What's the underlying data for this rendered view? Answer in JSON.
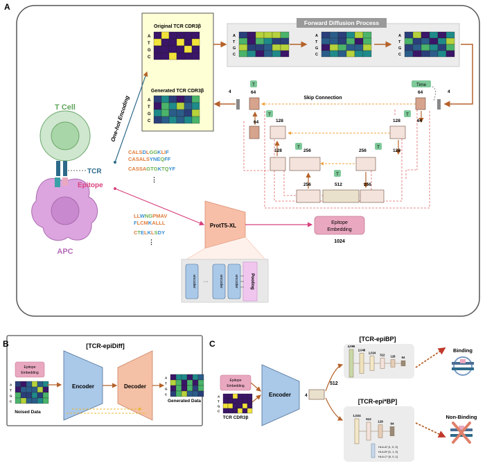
{
  "panels": {
    "a": "A",
    "b": "B",
    "c": "C"
  },
  "panel_a": {
    "original_title": "Original TCR CDR3β",
    "generated_title": "Generated TCR CDR3β",
    "nucleotides": [
      "A",
      "T",
      "G",
      "C"
    ],
    "forward_title": "Forward Diffusion Process",
    "skip_label": "Skip Connection",
    "time_label": "Time",
    "t_badge": "T",
    "onehot_label": "One-hot Encoding",
    "tcell_label": "T Cell",
    "apc_label": "APC",
    "tcr_label": "TCR",
    "epitope_label": "Epitope",
    "unet_numbers": {
      "n4a": "4",
      "n4b": "4",
      "n64a": "64",
      "n64b": "64",
      "n64c": "64",
      "n64d": "64",
      "n128a": "128",
      "n128b": "128",
      "n128c": "128",
      "n128d": "128",
      "n256a": "256",
      "n256b": "256",
      "n256c": "256",
      "n256d": "256",
      "n512": "512"
    },
    "tcr_seqs": [
      [
        {
          "t": "C",
          "c": "#e07b39"
        },
        {
          "t": "A",
          "c": "#e07b39"
        },
        {
          "t": "L",
          "c": "#e07b39"
        },
        {
          "t": "S",
          "c": "#e07b39"
        },
        {
          "t": "D",
          "c": "#3a8fd0"
        },
        {
          "t": "L",
          "c": "#e07b39"
        },
        {
          "t": "G",
          "c": "#6ab04c"
        },
        {
          "t": "G",
          "c": "#6ab04c"
        },
        {
          "t": "K",
          "c": "#3a8fd0"
        },
        {
          "t": "L",
          "c": "#e07b39"
        },
        {
          "t": "I",
          "c": "#e07b39"
        },
        {
          "t": "F",
          "c": "#3a8fd0"
        }
      ],
      [
        {
          "t": "C",
          "c": "#e07b39"
        },
        {
          "t": "A",
          "c": "#e07b39"
        },
        {
          "t": "S",
          "c": "#e07b39"
        },
        {
          "t": "A",
          "c": "#e07b39"
        },
        {
          "t": "L",
          "c": "#e07b39"
        },
        {
          "t": "S",
          "c": "#e07b39"
        },
        {
          "t": "Y",
          "c": "#3a8fd0"
        },
        {
          "t": "N",
          "c": "#3a8fd0"
        },
        {
          "t": "E",
          "c": "#3a8fd0"
        },
        {
          "t": "Q",
          "c": "#6ab04c"
        },
        {
          "t": "F",
          "c": "#3a8fd0"
        },
        {
          "t": "F",
          "c": "#3a8fd0"
        }
      ],
      [
        {
          "t": "C",
          "c": "#e07b39"
        },
        {
          "t": "A",
          "c": "#e07b39"
        },
        {
          "t": "S",
          "c": "#e07b39"
        },
        {
          "t": "S",
          "c": "#e07b39"
        },
        {
          "t": "A",
          "c": "#e07b39"
        },
        {
          "t": "G",
          "c": "#6ab04c"
        },
        {
          "t": "T",
          "c": "#6ab04c"
        },
        {
          "t": "G",
          "c": "#6ab04c"
        },
        {
          "t": "K",
          "c": "#3a8fd0"
        },
        {
          "t": "T",
          "c": "#6ab04c"
        },
        {
          "t": "Q",
          "c": "#6ab04c"
        },
        {
          "t": "Y",
          "c": "#3a8fd0"
        },
        {
          "t": "F",
          "c": "#3a8fd0"
        }
      ]
    ],
    "epi_seqs": [
      [
        {
          "t": "L",
          "c": "#e07b39"
        },
        {
          "t": "L",
          "c": "#e07b39"
        },
        {
          "t": "W",
          "c": "#3a8fd0"
        },
        {
          "t": "N",
          "c": "#6ab04c"
        },
        {
          "t": "G",
          "c": "#6ab04c"
        },
        {
          "t": "P",
          "c": "#e07b39"
        },
        {
          "t": "M",
          "c": "#e07b39"
        },
        {
          "t": "A",
          "c": "#e07b39"
        },
        {
          "t": "V",
          "c": "#e07b39"
        }
      ],
      [
        {
          "t": "F",
          "c": "#3a8fd0"
        },
        {
          "t": "L",
          "c": "#e07b39"
        },
        {
          "t": "C",
          "c": "#e07b39"
        },
        {
          "t": "M",
          "c": "#e07b39"
        },
        {
          "t": "K",
          "c": "#3a8fd0"
        },
        {
          "t": "A",
          "c": "#e07b39"
        },
        {
          "t": "L",
          "c": "#e07b39"
        },
        {
          "t": "L",
          "c": "#e07b39"
        },
        {
          "t": "L",
          "c": "#e07b39"
        }
      ],
      [
        {
          "t": "C",
          "c": "#e07b39"
        },
        {
          "t": "T",
          "c": "#6ab04c"
        },
        {
          "t": "E",
          "c": "#3a8fd0"
        },
        {
          "t": "L",
          "c": "#e07b39"
        },
        {
          "t": "K",
          "c": "#3a8fd0"
        },
        {
          "t": "L",
          "c": "#e07b39"
        },
        {
          "t": "S",
          "c": "#6ab04c"
        },
        {
          "t": "D",
          "c": "#3a8fd0"
        },
        {
          "t": "Y",
          "c": "#3a8fd0"
        }
      ]
    ],
    "ellipsis": "⋮",
    "protT5": "ProtT5-XL",
    "epitope_embedding_line1": "Epitope",
    "epitope_embedding_line2": "Embedding",
    "embedding_dim": "1024",
    "encoder_label": "encoder",
    "dots": "···",
    "pooling": "Pooling"
  },
  "panel_b": {
    "title": "[TCR-epiDiff]",
    "epi_line1": "Epitope",
    "epi_line2": "Embedding",
    "noised_label": "Noised Data",
    "encoder": "Encoder",
    "decoder": "Decoder",
    "generated_label": "Generated Data"
  },
  "panel_c": {
    "epi_line1": "Epitope",
    "epi_line2": "Embedding",
    "cdr3_label": "TCR CDR3β",
    "encoder": "Encoder",
    "n4": "4",
    "n512": "512",
    "bp_title": "[TCR-epiBP]",
    "bp_dims": [
      "4,096",
      "2,048",
      "1,024",
      "512",
      "128",
      "64"
    ],
    "sbp_title": "[TCR-epi*BP]",
    "sbp_dims": [
      "1,024",
      "512",
      "128",
      "64"
    ],
    "hla_labels": [
      "HLA-A* [1, 0, 0]",
      "HLA-B* [0, 1, 0]",
      "HLA-C* [0, 0, 1]"
    ],
    "binding": "Binding",
    "non_binding": "Non-Binding"
  },
  "colors": {
    "grid_dark": "#3b1568",
    "grid_yellow": "#f2e33a",
    "arrow": "#b5622a",
    "unet_skip": "#e06464",
    "skip_orange": "#f0a03c",
    "t_badge": "#7fc99a",
    "embed_pink": "#e9a8bf",
    "encoder_blue": "#aac8e8",
    "decoder_peach": "#f4c0a6",
    "tcell_green": "#a9d6a8",
    "apc_purple": "#d49ad8"
  }
}
